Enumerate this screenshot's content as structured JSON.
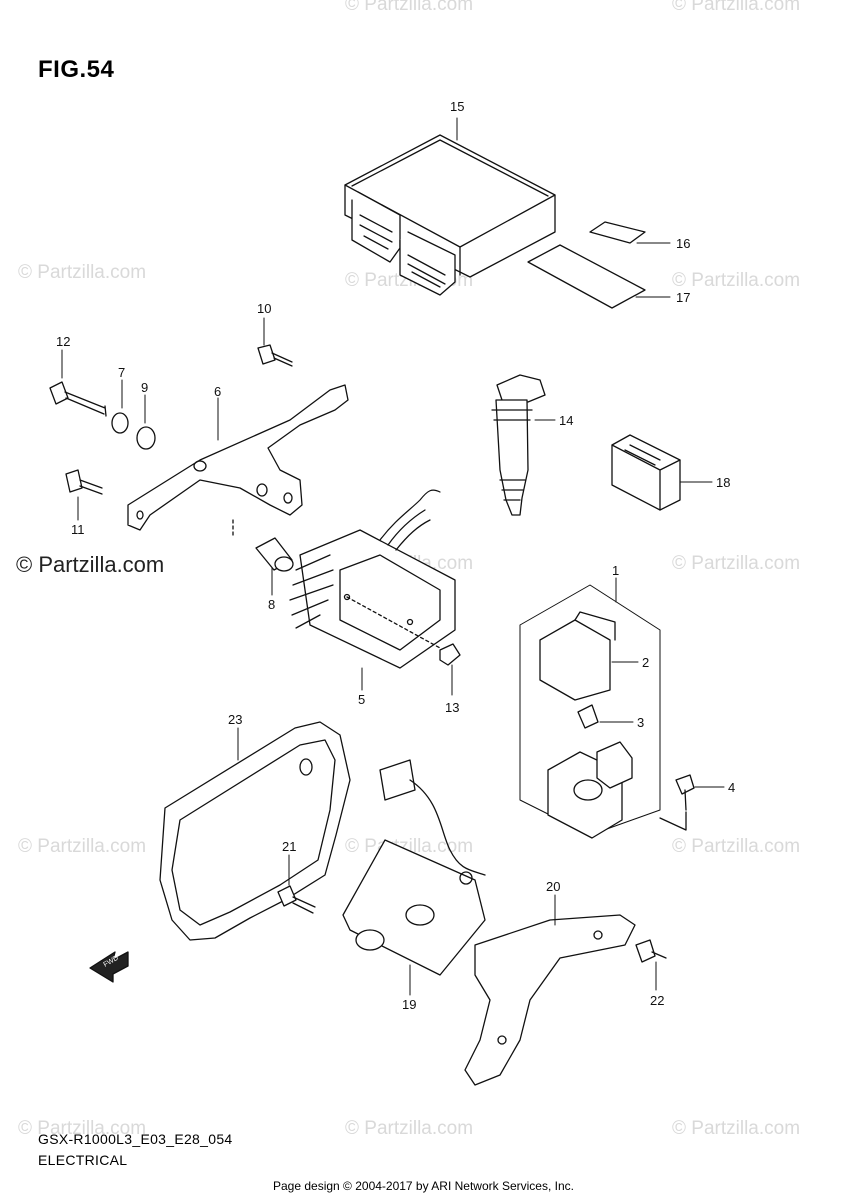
{
  "figure": {
    "title": "FIG.54"
  },
  "watermark": {
    "text": "© Partzilla.com"
  },
  "callouts": {
    "c1": "1",
    "c2": "2",
    "c3": "3",
    "c4": "4",
    "c5": "5",
    "c6": "6",
    "c7": "7",
    "c8": "8",
    "c9": "9",
    "c10": "10",
    "c11": "11",
    "c12": "12",
    "c13": "13",
    "c14": "14",
    "c15": "15",
    "c16": "16",
    "c17": "17",
    "c18": "18",
    "c19": "19",
    "c20": "20",
    "c21": "21",
    "c22": "22",
    "c23": "23"
  },
  "arrow_label": "FWD",
  "caption": {
    "model": "GSX-R1000L3_E03_E28_054",
    "section": "ELECTRICAL"
  },
  "footer": {
    "text": "Page design © 2004-2017 by ARI Network Services, Inc."
  }
}
